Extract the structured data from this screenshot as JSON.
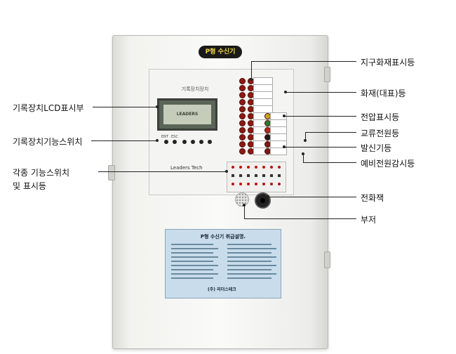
{
  "device": {
    "name_plate": "P형 수신기",
    "recorder_title": "기록장치장치",
    "lcd_brand": "LEADERS",
    "key_labels": [
      "ENT",
      "ESC"
    ],
    "company_logo": "Leaders Tech",
    "manual_title": "P형  수신기 취급설명.",
    "manual_company": "(주) 리더스테크"
  },
  "callouts": {
    "right": [
      "지구화재표시등",
      "화재(대표)등",
      "전압표시등",
      "교류전원등",
      "발신기등",
      "예비전원감시등",
      "전화잭",
      "부저"
    ],
    "left": [
      "기록장치LCD표시부",
      "기록장치기능스위치",
      "각종 기능스위치",
      "및 표시등"
    ]
  }
}
